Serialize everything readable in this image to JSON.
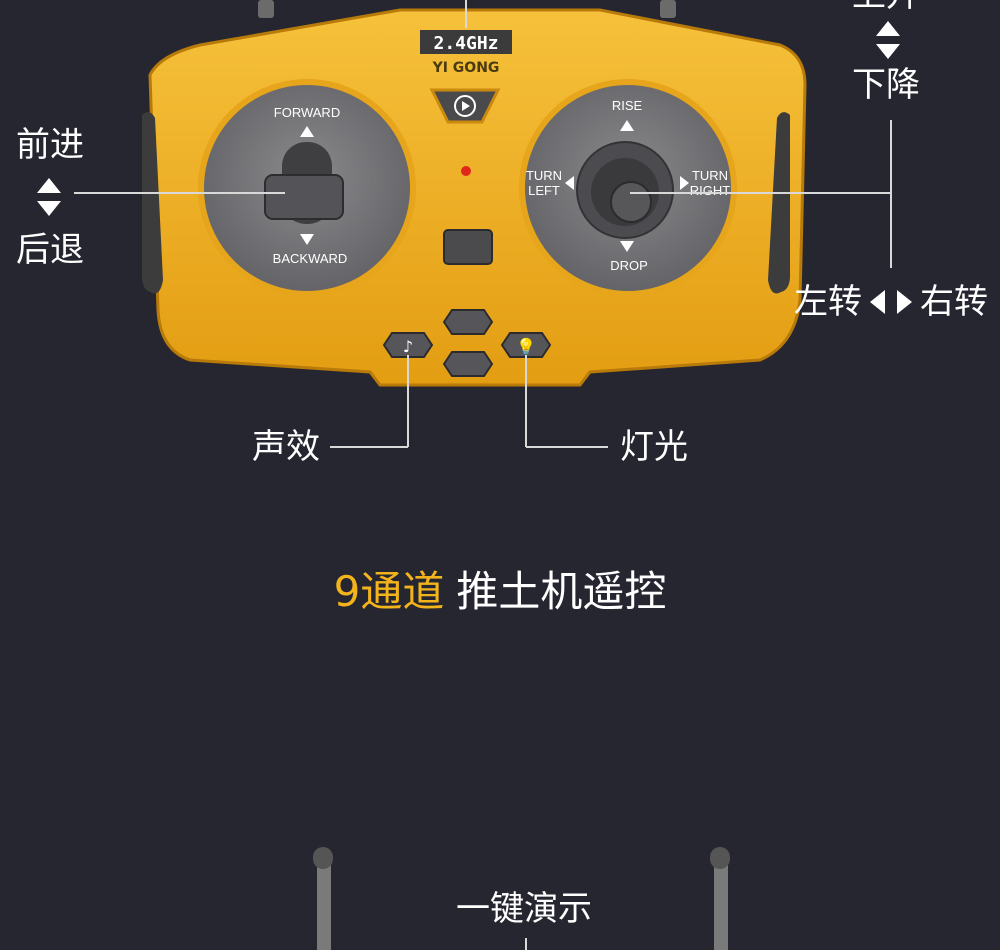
{
  "controller": {
    "frequency_label": "2.4GHz",
    "brand_label": "YI GONG",
    "left_stick": {
      "up_label": "FORWARD",
      "down_label": "BACKWARD"
    },
    "right_stick": {
      "up_label": "RISE",
      "down_label": "DROP",
      "left_label_1": "TURN",
      "left_label_2": "LEFT",
      "right_label_1": "TURN",
      "right_label_2": "RIGHT"
    }
  },
  "callouts": {
    "forward": "前进",
    "backward": "后退",
    "rise_partial": "上升",
    "drop": "下降",
    "turn_left_right": "左转",
    "turn_right": "右转",
    "sound": "声效",
    "light": "灯光",
    "demo": "一键演示"
  },
  "headline": {
    "accent": "9通道",
    "rest": "推土机遥控"
  },
  "colors": {
    "background": "#262631",
    "accent": "#f3b41b",
    "controller_body": "#f0b221",
    "dial": "#7d7d80"
  }
}
